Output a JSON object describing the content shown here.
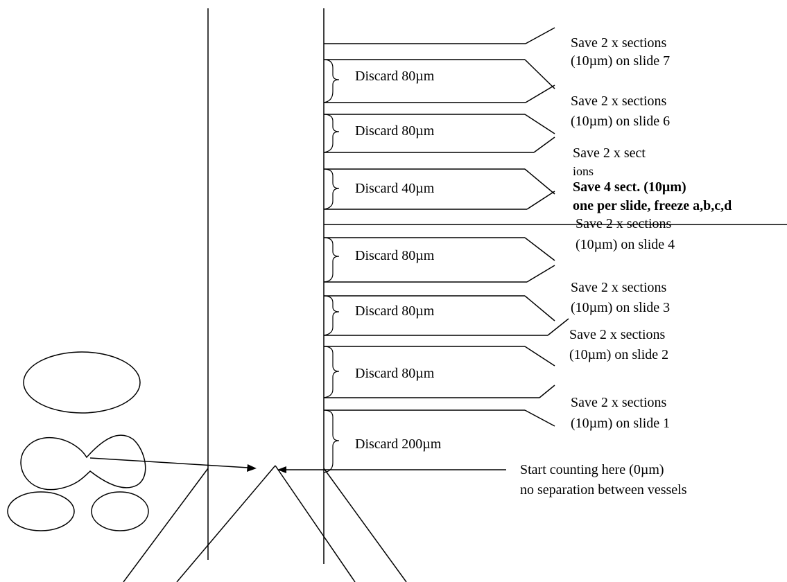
{
  "discard_labels": [
    "Discard 80µm",
    "Discard 80µm",
    "Discard 40µm",
    "Discard 80µm",
    "Discard 80µm",
    "Discard 80µm",
    "Discard 200µm"
  ],
  "save_labels": [
    {
      "line1": "Save 2 x sections",
      "line2": "(10µm) on slide 7"
    },
    {
      "line1": "Save 2 x sections",
      "line2": "(10µm) on slide 6"
    },
    {
      "line1": "Save 2 x sect",
      "line2": "ions"
    },
    {
      "line1": "Save 4 sect. (10µm)",
      "line2": "one per slide, freeze a,b,c,d"
    },
    {
      "line1": "Save 2 x sections",
      "line2": "(10µm) on slide 4"
    },
    {
      "line1": "Save 2 x sections",
      "line2": "(10µm) on slide 3"
    },
    {
      "line1": "Save 2 x sections",
      "line2": "(10µm) on slide 2"
    },
    {
      "line1": "Save 2 x sections",
      "line2": "(10µm) on slide 1"
    }
  ],
  "start_label": {
    "line1": "Start counting here (0µm)",
    "line2": "no separation between vessels"
  }
}
